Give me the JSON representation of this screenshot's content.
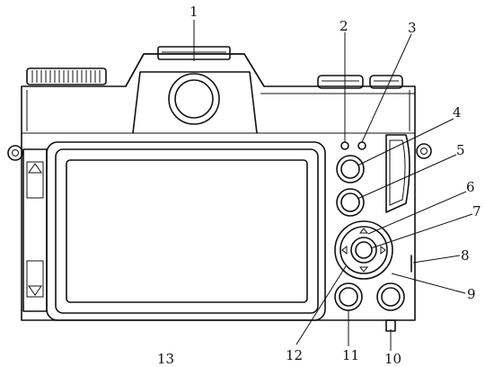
{
  "callouts": [
    {
      "number": "1",
      "name": "hot-shoe"
    },
    {
      "number": "2",
      "name": "indicator-light-a"
    },
    {
      "number": "3",
      "name": "indicator-light-b"
    },
    {
      "number": "4",
      "name": "upper-function-button"
    },
    {
      "number": "5",
      "name": "middle-function-button"
    },
    {
      "number": "6",
      "name": "dial-ring-top"
    },
    {
      "number": "7",
      "name": "center-ok-button"
    },
    {
      "number": "8",
      "name": "side-port-cover"
    },
    {
      "number": "9",
      "name": "dial-ring-right"
    },
    {
      "number": "10",
      "name": "strap-anchor-bottom"
    },
    {
      "number": "11",
      "name": "lower-left-button"
    },
    {
      "number": "12",
      "name": "dial-ring-left"
    },
    {
      "number": "13",
      "name": "lcd-screen"
    }
  ]
}
